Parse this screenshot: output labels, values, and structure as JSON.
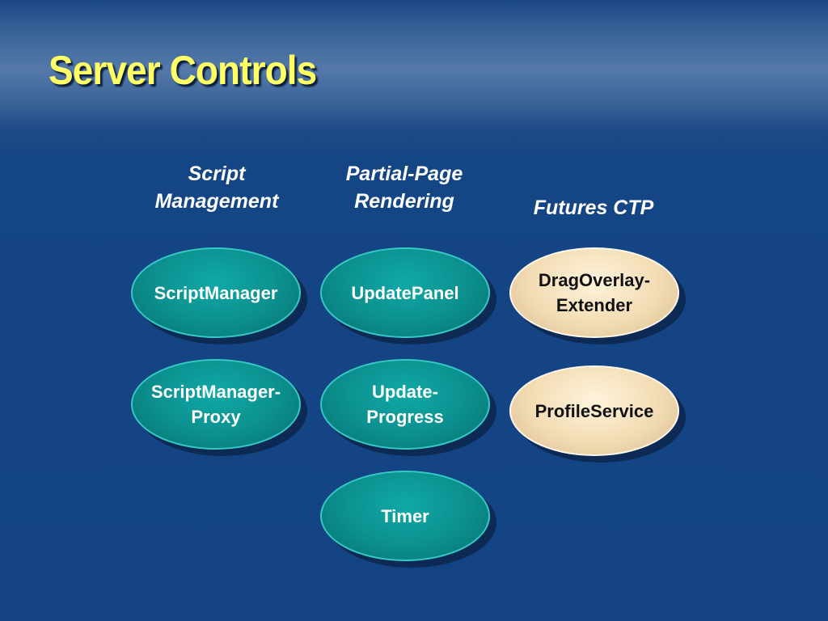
{
  "slide": {
    "title": "Server Controls",
    "columns": [
      {
        "heading": "Script\nManagement"
      },
      {
        "heading": "Partial-Page\nRendering"
      },
      {
        "heading": "Futures CTP"
      }
    ],
    "controls": {
      "script_manager": "ScriptManager",
      "script_manager_proxy": "ScriptManager-\nProxy",
      "update_panel": "UpdatePanel",
      "update_progress": "Update-\nProgress",
      "timer": "Timer",
      "drag_overlay_extender": "DragOverlay-\nExtender",
      "profile_service": "ProfileService"
    },
    "colors": {
      "background": "#144584",
      "title": "#ffff66",
      "core_control_fill": "#0b8f8e",
      "futures_control_fill": "#f3dcb4"
    }
  }
}
